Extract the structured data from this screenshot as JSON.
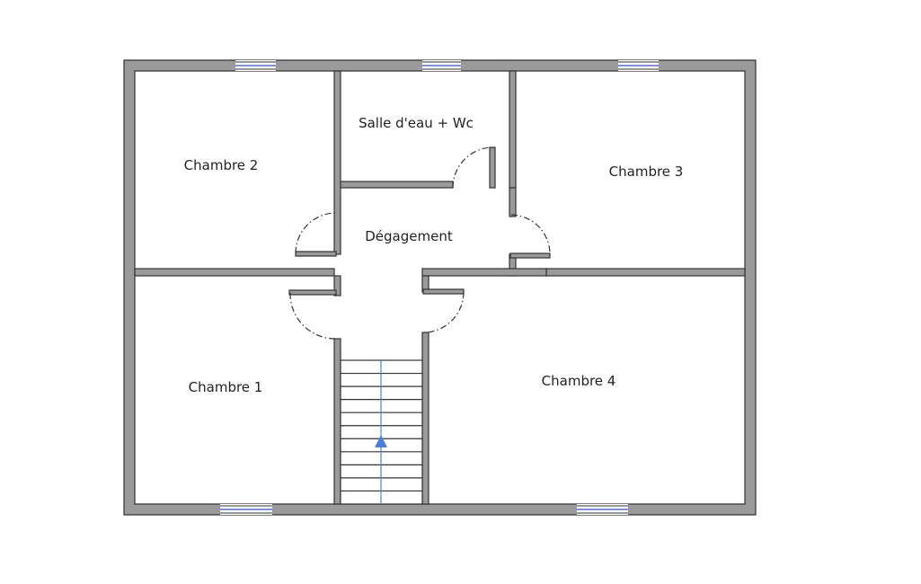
{
  "rooms": {
    "chambre_2": "Chambre 2",
    "salle_eau": "Salle d'eau + Wc",
    "chambre_3": "Chambre 3",
    "degagement": "Dégagement",
    "chambre_1": "Chambre 1",
    "chambre_4": "Chambre 4"
  },
  "colors": {
    "wall": "#9a9a9a",
    "window": "#4a6fd6",
    "stair_arrow": "#4a7fd8"
  },
  "stairs": {
    "direction": "up",
    "steps": 11
  }
}
